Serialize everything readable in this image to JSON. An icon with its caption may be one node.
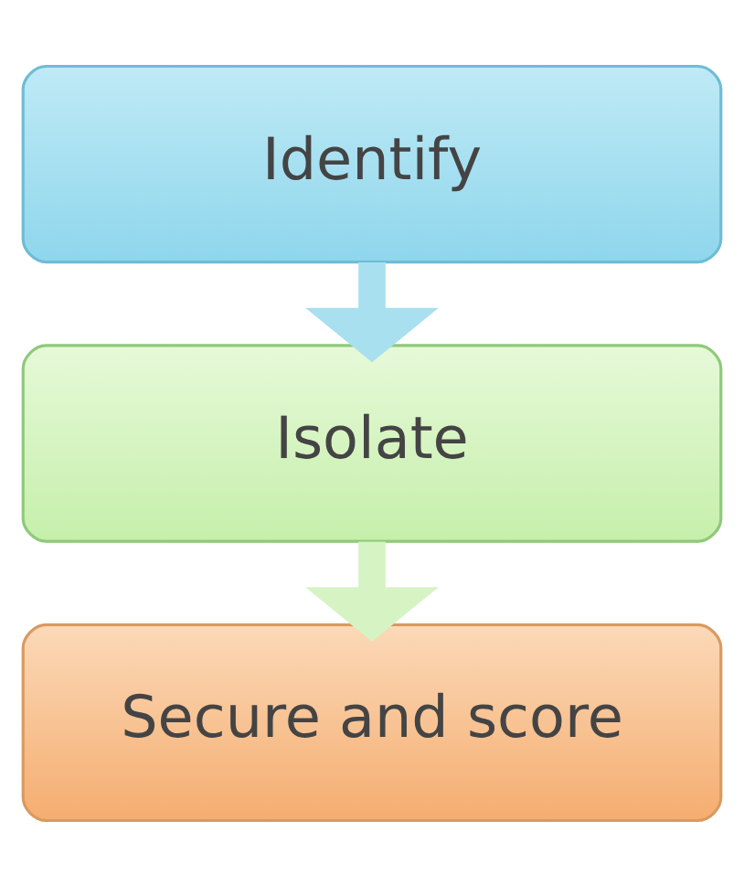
{
  "diagram": {
    "nodes": [
      {
        "text": [
          "Identify"
        ]
      },
      {
        "text": [
          "Isolate"
        ]
      },
      {
        "text": [
          "Secure and score"
        ]
      }
    ],
    "edges": [
      {
        "from": 0,
        "to": 1,
        "arrow": "to",
        "color": "#a8e0ef"
      },
      {
        "from": 1,
        "to": 2,
        "arrow": "to",
        "color": "#d6f3c4"
      }
    ]
  }
}
